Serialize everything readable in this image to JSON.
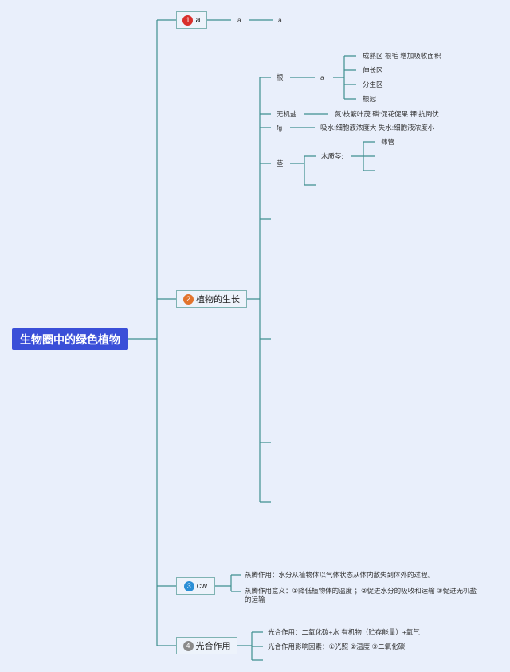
{
  "root": "生物圈中的绿色植物",
  "branch1": {
    "num": "1",
    "label": "a",
    "color": "#d9302c",
    "child": "a",
    "grandchild": "a"
  },
  "branch2": {
    "num": "2",
    "label": "植物的生长",
    "color": "#e2742d",
    "root_node": {
      "label": "根",
      "sub": "a",
      "items": [
        "成熟区 根毛 增加吸收面积",
        "伸长区",
        "分生区",
        "根冠"
      ]
    },
    "minerals": {
      "label": "无机盐",
      "text": "氮:枝繁叶茂 磷:促花促果 钾:抗倒伏"
    },
    "fg": {
      "label": "fg",
      "text": "吸水:细胞液浓度大 失水:细胞液浓度小"
    },
    "stem": {
      "label": "茎",
      "sub": "木质茎:",
      "items": [
        "筛管"
      ]
    }
  },
  "branch3": {
    "num": "3",
    "label": "cw",
    "color": "#2b8fd6",
    "items": [
      "蒸腾作用：水分从植物体以气体状态从体内散失到体外的过程。",
      "蒸腾作用意义：①降低植物体的温度 ；②促进水分的吸收和运输 ③促进无机盐",
      "的运输"
    ]
  },
  "branch4": {
    "num": "4",
    "label": "光合作用",
    "color": "#8a8a8a",
    "items": [
      "光合作用：二氧化碳+水 有机物（贮存能量）+氧气",
      "光合作用影响因素：①光照 ②温度 ③二氧化碳"
    ]
  }
}
